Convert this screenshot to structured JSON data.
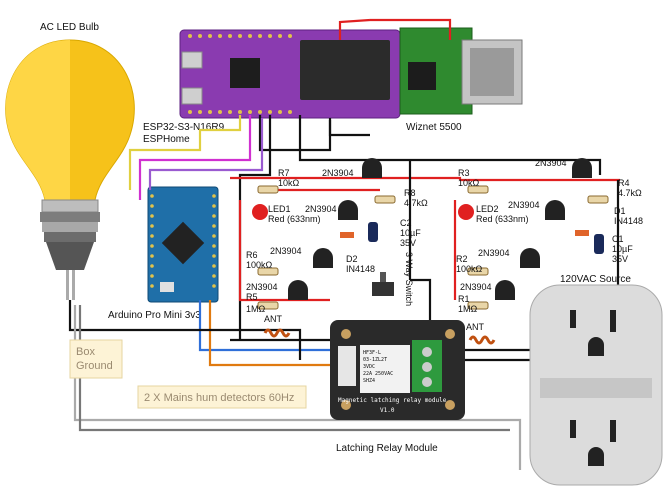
{
  "labels": {
    "bulb": "AC LED Bulb",
    "esp32": "ESP32-S3-N16R9",
    "esphome": "ESPHome",
    "wiznet": "Wiznet 5500",
    "arduino": "Arduino Pro Mini 3v3",
    "box_ground_1": "Box",
    "box_ground_2": "Ground",
    "mains_detectors": "2 X Mains hum detectors 60Hz",
    "relay_module": "Latching Relay Module",
    "source": "120VAC Source",
    "switch": "3 Way Switch",
    "ant1": "ANT",
    "ant2": "ANT"
  },
  "components_left": {
    "r7": "R7",
    "r7v": "10kΩ",
    "r8": "R8",
    "r8v": "4.7kΩ",
    "led1": "LED1",
    "led1v": "Red (633nm)",
    "c2": "C2",
    "c2v": "10µF",
    "c2v2": "35V",
    "r6": "R6",
    "r6v": "100kΩ",
    "d2": "D2",
    "d2v": "IN4148",
    "r5": "R5",
    "r5v": "1MΩ",
    "q_a": "2N3904",
    "q_b": "2N3904",
    "q_c": "2N3904",
    "q_d": "2N3904"
  },
  "components_right": {
    "r3": "R3",
    "r3v": "10kΩ",
    "r4": "R4",
    "r4v": "4.7kΩ",
    "led2": "LED2",
    "led2v": "Red (633nm)",
    "d1": "D1",
    "d1v": "IN4148",
    "c1": "C1",
    "c1v": "10µF",
    "c1v2": "35V",
    "r2": "R2",
    "r2v": "100kΩ",
    "r1": "R1",
    "r1v": "1MΩ",
    "q_a": "2N3904",
    "q_b": "2N3904",
    "q_c": "2N3904",
    "q_d": "2N3904"
  },
  "relay_chip": {
    "l1": "HF3F-L",
    "l2": "03-1ZL2T",
    "l3": "3VDC",
    "l4": "22A 250VAC",
    "l5": "SHZ4"
  },
  "relay_board_text": "Magnetic latching relay module",
  "relay_version": "V1.0",
  "colors": {
    "esp_board": "#8a3bb0",
    "arduino_board": "#1f6fa8",
    "relay_board": "#2a2a2a",
    "outlet": "#dcdcdc",
    "bulb_yellow": "#f6c21a",
    "note_bg": "#fdf3d6",
    "wire_black": "#111111",
    "wire_red": "#e02020",
    "wire_blue": "#2f6fd8",
    "wire_orange": "#e07a10",
    "wire_grey": "#8a8a8a"
  }
}
